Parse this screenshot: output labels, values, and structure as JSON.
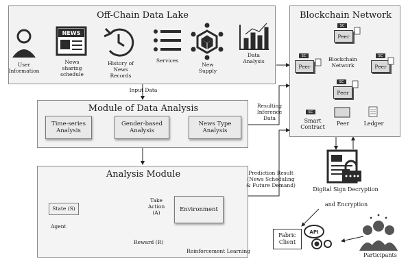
{
  "lake": {
    "title": "Off-Chain Data Lake",
    "items": [
      {
        "label": "User\nInformation",
        "icon": "user-icon"
      },
      {
        "label": "News\nsharing\nschedule",
        "icon": "newspaper-icon",
        "badge": "NEWS"
      },
      {
        "label": "History of\nNews\nRecords",
        "icon": "history-clock-icon"
      },
      {
        "label": "Services",
        "icon": "list-icon"
      },
      {
        "label": "New\nSupply",
        "icon": "network-cube-icon"
      },
      {
        "label": "Data\nAnalysis",
        "icon": "bar-chart-icon"
      }
    ]
  },
  "arrows": {
    "input": "Input Data",
    "resulting": "Resulting\nInference\nData",
    "prediction": "Prediction Result\n(News Scheduling\n& Future Demand)",
    "encryption": "and Encryption"
  },
  "data_analysis": {
    "title": "Module of Data Analysis",
    "items": [
      "Time-series\nAnalysis",
      "Gender-based\nAnalysis",
      "News Type\nAnalysis"
    ]
  },
  "analysis": {
    "title": "Analysis Module",
    "state": "State (S)",
    "agent": "Agent",
    "action": "Take\nAction\n(A)",
    "environment": "Environment",
    "reward": "Reward (R)",
    "rl": "Reinforcement Learning"
  },
  "blockchain": {
    "title": "Blockchain Network",
    "center": "Blockchain\nNetwork",
    "peer": "Peer",
    "sc": "SC",
    "legend_contract": "Smart\nContract",
    "legend_peer": "Peer",
    "legend_ledger": "Ledger"
  },
  "security": {
    "label": "Digital Sign Decryption"
  },
  "fabric": {
    "label": "Fabric\nClient",
    "api": "API",
    "participants": "Participants"
  }
}
